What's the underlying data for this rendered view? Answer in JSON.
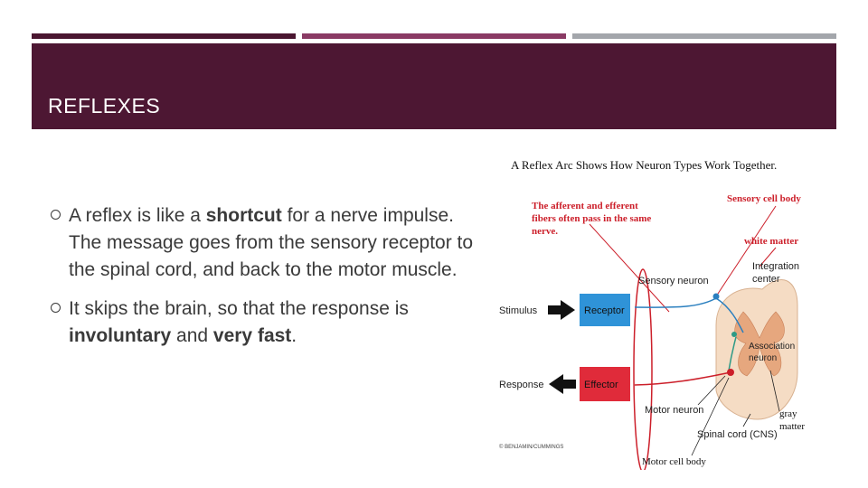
{
  "header": {
    "title": "REFLEXES"
  },
  "bullets": [
    {
      "p1": "A reflex is like a ",
      "b1": "shortcut",
      "p2": " for a nerve impulse. The message goes from the sensory receptor to the spinal cord, and back to the motor muscle."
    },
    {
      "p1": "It skips the brain, so that the response is ",
      "b1": "involuntary",
      "p2": " and ",
      "b2": "very fast",
      "p3": "."
    }
  ],
  "figure": {
    "title": "A Reflex Arc Shows How Neuron Types Work Together.",
    "note_line1": "The afferent and efferent",
    "note_line2": "fibers often pass in the same",
    "note_line3": "nerve.",
    "sensory_cell_body": "Sensory cell body",
    "white_matter": "white matter",
    "sensory_neuron": "Sensory neuron",
    "integration_line1": "Integration",
    "integration_line2": "center",
    "stimulus": "Stimulus",
    "receptor": "Receptor",
    "association_line1": "Association",
    "association_line2": "neuron",
    "response": "Response",
    "effector": "Effector",
    "motor_neuron": "Motor neuron",
    "gray_line1": "gray",
    "gray_line2": "matter",
    "spinal_cord": "Spinal cord (CNS)",
    "copyright": "© BENJAMIN/CUMMINGS",
    "motor_cell_body": "Motor cell body",
    "colors": {
      "red": "#cc1f2a",
      "receptor_blue": "#2f93d8",
      "effector_red": "#e02b3a"
    }
  }
}
